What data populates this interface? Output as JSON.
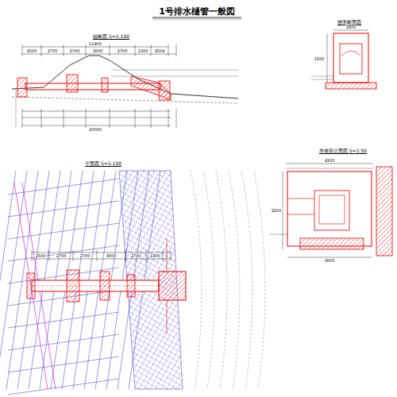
{
  "diagram": {
    "title": "1号排水樋管一般図",
    "labels": [
      "縦断図 S=1:100",
      "標準断面図",
      "本体部正面図 S=1:50",
      "平面図 S=1:100",
      "11400",
      "2500",
      "2700",
      "2700",
      "3000",
      "2700",
      "1300",
      "2504",
      "20000",
      "2500",
      "2700",
      "2700",
      "3000",
      "2700",
      "1300",
      "1800",
      "1500",
      "4200",
      "2200",
      "3000"
    ]
  }
}
